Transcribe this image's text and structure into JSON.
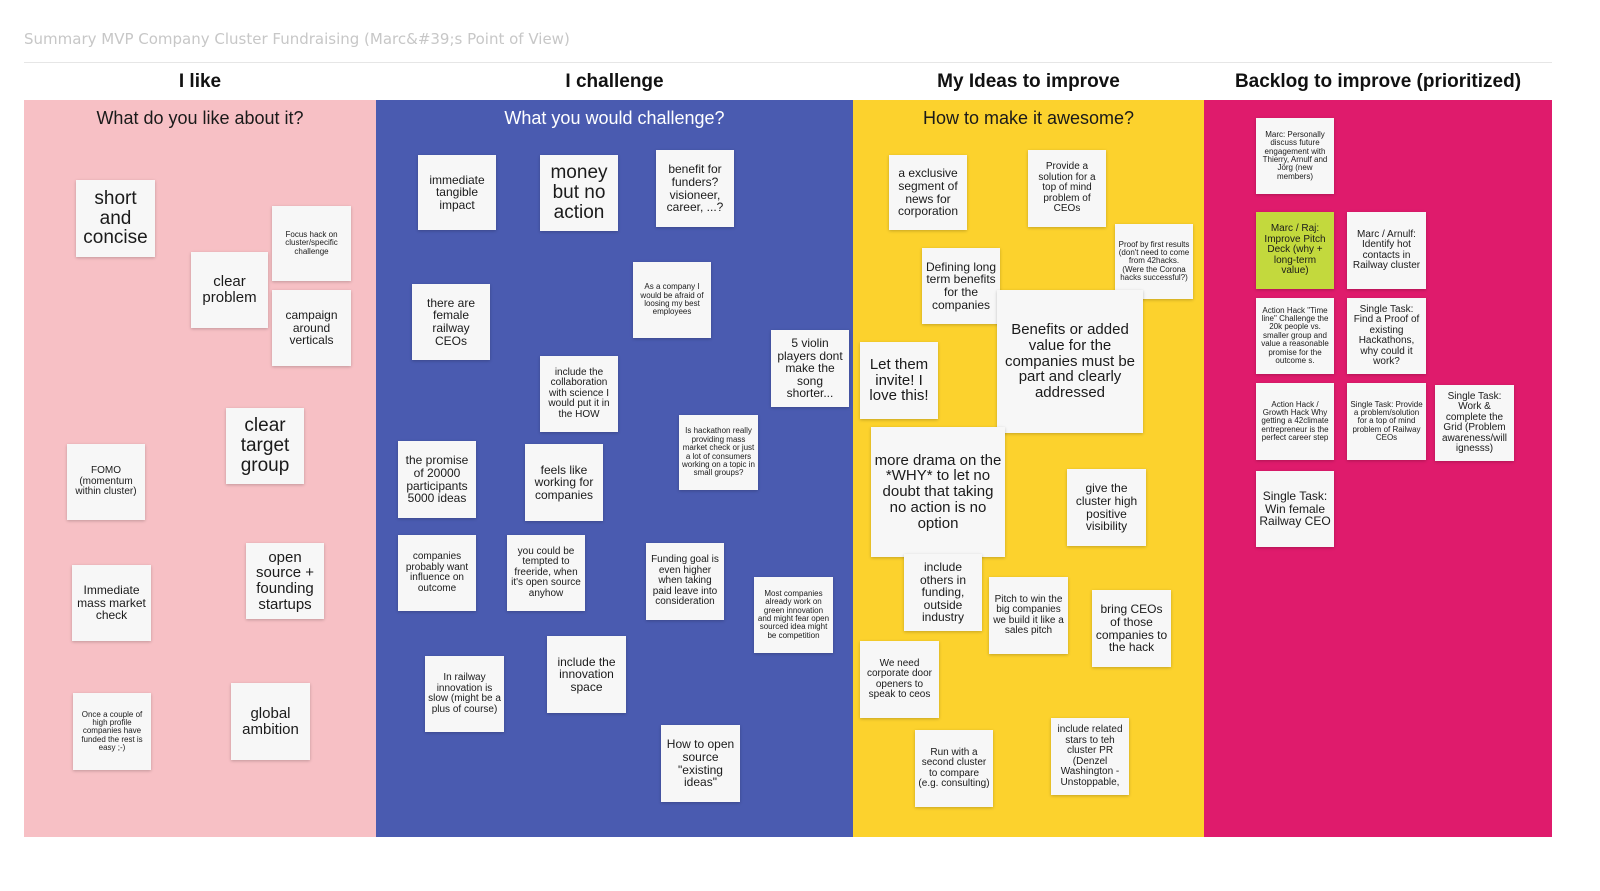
{
  "board": {
    "title": "Summary MVP Company Cluster Fundraising (Marc&#39;s Point of View)"
  },
  "columns": {
    "like": {
      "title": "I like",
      "question": "What do you like about it?",
      "notes": [
        "short and concise",
        "Focus hack on cluster/specific challenge",
        "clear problem",
        "campaign around verticals",
        "clear target group",
        "FOMO (momentum within cluster)",
        "open source + founding startups",
        "Immediate mass market check",
        "Once a couple of high profile companies have funded the rest is easy ;-)",
        "global ambition"
      ]
    },
    "challenge": {
      "title": "I challenge",
      "question": "What you would challenge?",
      "notes": [
        "immediate tangible impact",
        "money but no action",
        "benefit for funders? visioneer, career, ...?",
        "there are female railway CEOs",
        "As a company I would be afraid of loosing my best employees",
        "5 violin players dont make the song shorter...",
        "include the collaboration with science I would put it in the HOW",
        "Is hackathon really providing mass market check or just a lot of consumers working on a topic in small groups?",
        "the promise of 20000 participants 5000 ideas",
        "feels like working for companies",
        "companies probably want influence on outcome",
        "you could be tempted to freeride, when it's open source anyhow",
        "Funding goal is even higher when taking paid leave into consideration",
        "Most companies already work on green innovation and might fear open sourced idea might be competition",
        "In railway innovation is slow (might be a plus of course)",
        "include the innovation space",
        "How to open source \"existing ideas\""
      ]
    },
    "ideas": {
      "title": "My Ideas to improve",
      "question": "How to make it awesome?",
      "notes": [
        "a exclusive segment of news for corporation",
        "Provide a solution for a top of mind problem of CEOs",
        "Proof by first results (don't need to come from 42hacks. (Were the Corona hacks successful?)",
        "Defining long term benefits for the companies",
        "Benefits or added value for the companies must be part and clearly addressed",
        "Let them invite! I love this!",
        "more drama on the *WHY* to let no doubt that taking no action is no option",
        "give the cluster high positive visibility",
        "include others in funding, outside industry",
        "Pitch to win the big companies we build it like a sales pitch",
        "bring CEOs of those companies to the hack",
        "We need corporate door openers to speak to ceos",
        "include related stars to teh cluster PR (Denzel Washington - Unstoppable,",
        "Run with a second cluster to compare (e.g. consulting)"
      ]
    },
    "backlog": {
      "title": "Backlog to improve (prioritized)",
      "notes": [
        "Marc: Personally discuss future engagement with Thierry, Arnulf and Jörg (new members)",
        "Marc / Raj: Improve Pitch Deck (why + long-term value)",
        "Marc / Arnulf: Identify hot contacts in Railway cluster",
        "Action Hack \"Time line\" Challenge the 20k people vs. smaller group and value a reasonable promise for the outcome s.",
        "Single Task: Find a Proof of existing Hackathons, why could it work?",
        "Action Hack / Growth Hack Why getting a 42climate entrepreneur is the perfect career step",
        "Single Task: Provide a problem/solution for a top of mind problem of Railway CEOs",
        "Single Task: Work & complete the Grid (Problem awareness/will ignesss)",
        "Single Task: Win female Railway CEO"
      ]
    }
  },
  "colors": {
    "like_bg": "#f7c0c5",
    "challenge_bg": "#4a5bb0",
    "ideas_bg": "#fcd22d",
    "backlog_bg": "#df1b6c",
    "sticky_default": "#f7f7f7",
    "sticky_highlight": "#c3d93d"
  }
}
